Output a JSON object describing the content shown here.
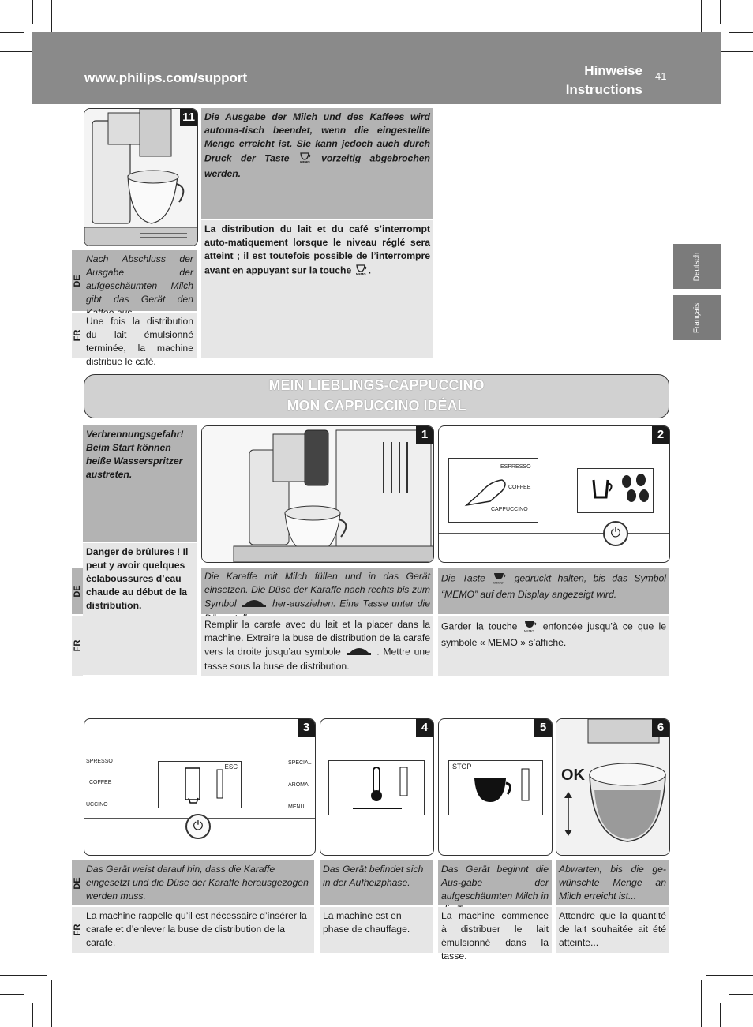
{
  "header": {
    "url": "www.philips.com/support",
    "title_de": "Hinweise",
    "title_fr": "Instructions",
    "page_number": "41"
  },
  "side_tabs": [
    "Deutsch",
    "Français"
  ],
  "lang_labels": {
    "de": "DE",
    "fr": "FR"
  },
  "step11": {
    "number": "11",
    "note_de": "Die Ausgabe der Milch und des Kaffees wird automa-tisch beendet, wenn die eingestellte Menge erreicht ist. Sie kann jedoch auch durch Druck der Taste",
    "note_de_end": "vorzeitig abgebrochen werden.",
    "note_fr": "La distribution du lait et du café s’interrompt auto-matiquement lorsque le niveau réglé sera atteint ; il est toutefois possible de l’interrompre avant en appuyant sur la touche",
    "note_fr_end": ".",
    "caption_de": "Nach Abschluss der Ausgabe der aufgeschäumten Milch gibt das Gerät den Kaffee aus.",
    "caption_fr": "Une fois la distribution du lait émulsionné terminée, la machine distribue le café."
  },
  "memo_label": "MEMO",
  "banner": {
    "line1": "MEIN LIEBLINGS-CAPPUCCINO",
    "line2": "MON CAPPUCCINO IDÉAL"
  },
  "warning": {
    "de": "Verbrennungsgefahr! Beim Start können heiße Wasserspritzer austreten.",
    "fr": "Danger de brûlures ! Il peut y avoir quelques éclaboussures d’eau chaude au début de la distribution."
  },
  "step1": {
    "number": "1",
    "de_a": "Die Karaffe mit Milch füllen und in das Gerät einsetzen. Die Düse der Karaffe nach rechts bis zum Symbol",
    "de_b": "her-ausziehen. Eine Tasse unter die Düse stellen.",
    "fr_a": "Remplir la carafe avec du lait et la placer dans la machine. Extraire la buse de distribution de la carafe vers la droite jusqu’au symbole",
    "fr_b": ". Mettre une tasse sous la buse de distribution."
  },
  "step2": {
    "number": "2",
    "buttons": [
      "ESPRESSO",
      "COFFEE",
      "CAPPUCCINO"
    ],
    "de_a": "Die Taste",
    "de_b": "gedrückt halten, bis das Symbol “MEMO” auf dem Display angezeigt wird.",
    "fr_a": "Garder la touche",
    "fr_b": "enfoncée jusqu’à ce que le symbole « MEMO » s’affiche."
  },
  "step3": {
    "number": "3",
    "left_buttons": [
      "SPRESSO",
      "COFFEE",
      "UCCINO"
    ],
    "right_buttons": [
      "SPECIAL",
      "AROMA",
      "MENU"
    ],
    "esc": "ESC",
    "de": "Das Gerät weist darauf hin, dass die Karaffe eingesetzt und die Düse der Karaffe herausgezogen werden muss.",
    "fr": "La machine rappelle qu’il est nécessaire d’insérer la carafe et d’enlever la buse de distribution de la carafe."
  },
  "step4": {
    "number": "4",
    "de": "Das Gerät befindet sich in der Aufheizphase.",
    "fr": "La machine est en phase de chauffage."
  },
  "step5": {
    "number": "5",
    "stop": "STOP",
    "de": "Das Gerät beginnt die Aus-gabe der aufgeschäumten Milch in die Tasse.",
    "fr": "La machine commence à distribuer le lait émulsionné dans la tasse."
  },
  "step6": {
    "number": "6",
    "ok": "OK",
    "de": "Abwarten, bis die ge-wünschte Menge an Milch erreicht ist...",
    "fr": "Attendre que la quantité de lait souhaitée ait été atteinte..."
  },
  "memo_vertical": "MEMO",
  "colors": {
    "header": "#8a8a8a",
    "de_bg": "#b3b3b3",
    "fr_bg": "#e6e6e6",
    "tab": "#7b7b7b"
  }
}
